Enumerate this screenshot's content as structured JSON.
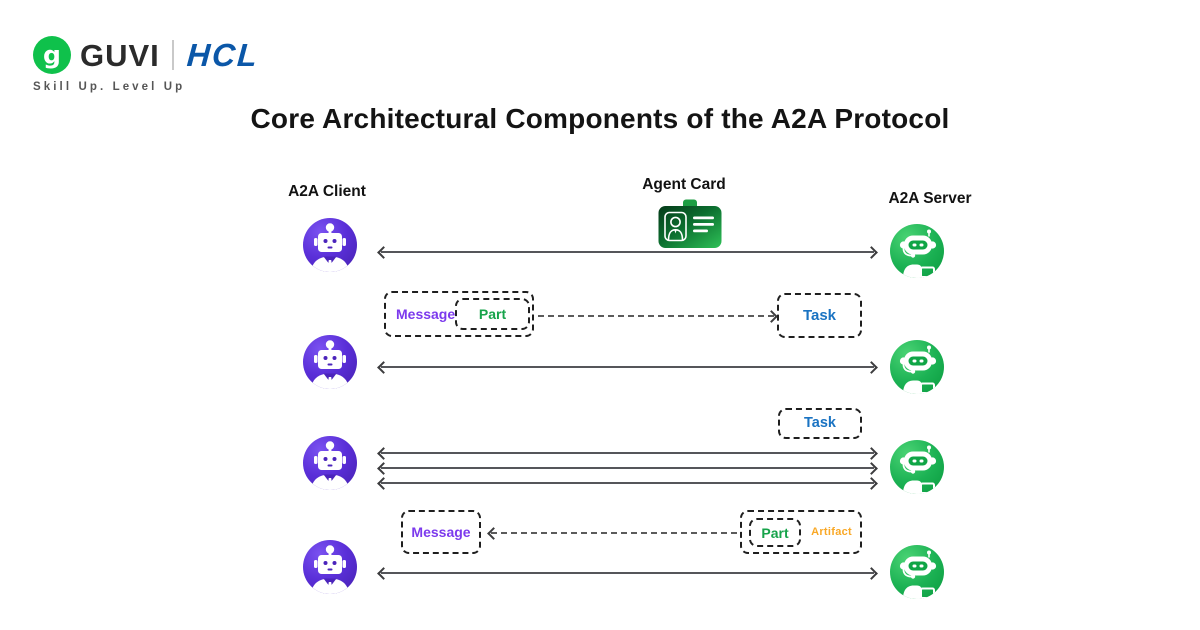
{
  "header": {
    "brand_glyph": "g",
    "brand": "GUVI",
    "partner": "HCL",
    "tagline": "Skill Up. Level Up",
    "brand_green": "#0fc14b",
    "partner_blue": "#0b57a8"
  },
  "title": "Core Architectural Components of the A2A Protocol",
  "diagram": {
    "labels": {
      "client": "A2A Client",
      "agent_card": "Agent Card",
      "server": "A2A Server"
    },
    "flow1": {
      "message": "Message",
      "part": "Part",
      "task": "Task"
    },
    "flow2": {
      "task": "Task"
    },
    "flow3": {
      "message": "Message",
      "part": "Part",
      "artifact": "Artifact"
    },
    "icons": {
      "brand": "guvi-circle-icon",
      "client": "robot-avatar-icon",
      "server": "support-robot-icon",
      "agent_card": "id-badge-icon"
    },
    "colors": {
      "message_text": "#7c3aed",
      "part_text": "#16a34a",
      "task_text": "#1a73c2",
      "artifact_text": "#f9a826",
      "client_bubble": "#5a2fd8",
      "server_bubble": "#1cb254",
      "agent_card_green": "#2ec157",
      "arrow": "#55565a"
    }
  }
}
